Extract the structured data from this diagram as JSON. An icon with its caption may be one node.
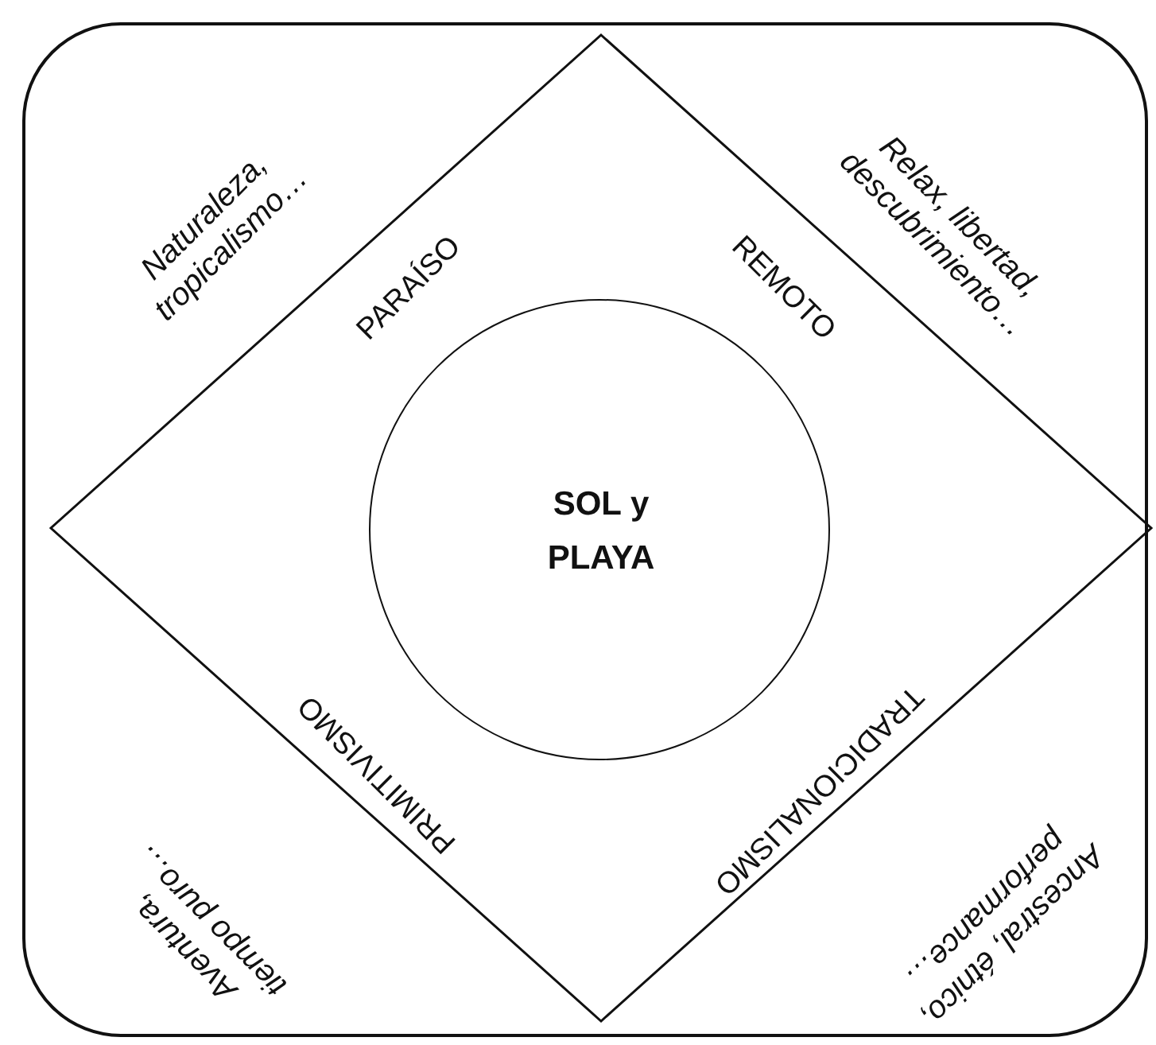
{
  "diagram": {
    "nodes": [
      {
        "text": [
          "Naturaleza, tropicalismo…",
          "Relax, libertad, descubrimiento…",
          "Aventura, tiempo puro…",
          "Ancestral, étnico, performance…"
        ]
      },
      {
        "text": [
          "PARAÍSO",
          "REMOTO",
          "PRIMITIVISMO",
          "TRADICIONALISMO"
        ],
        "in": 0
      },
      {
        "text": [
          "SOL y PLAYA"
        ],
        "in": 1
      }
    ]
  }
}
